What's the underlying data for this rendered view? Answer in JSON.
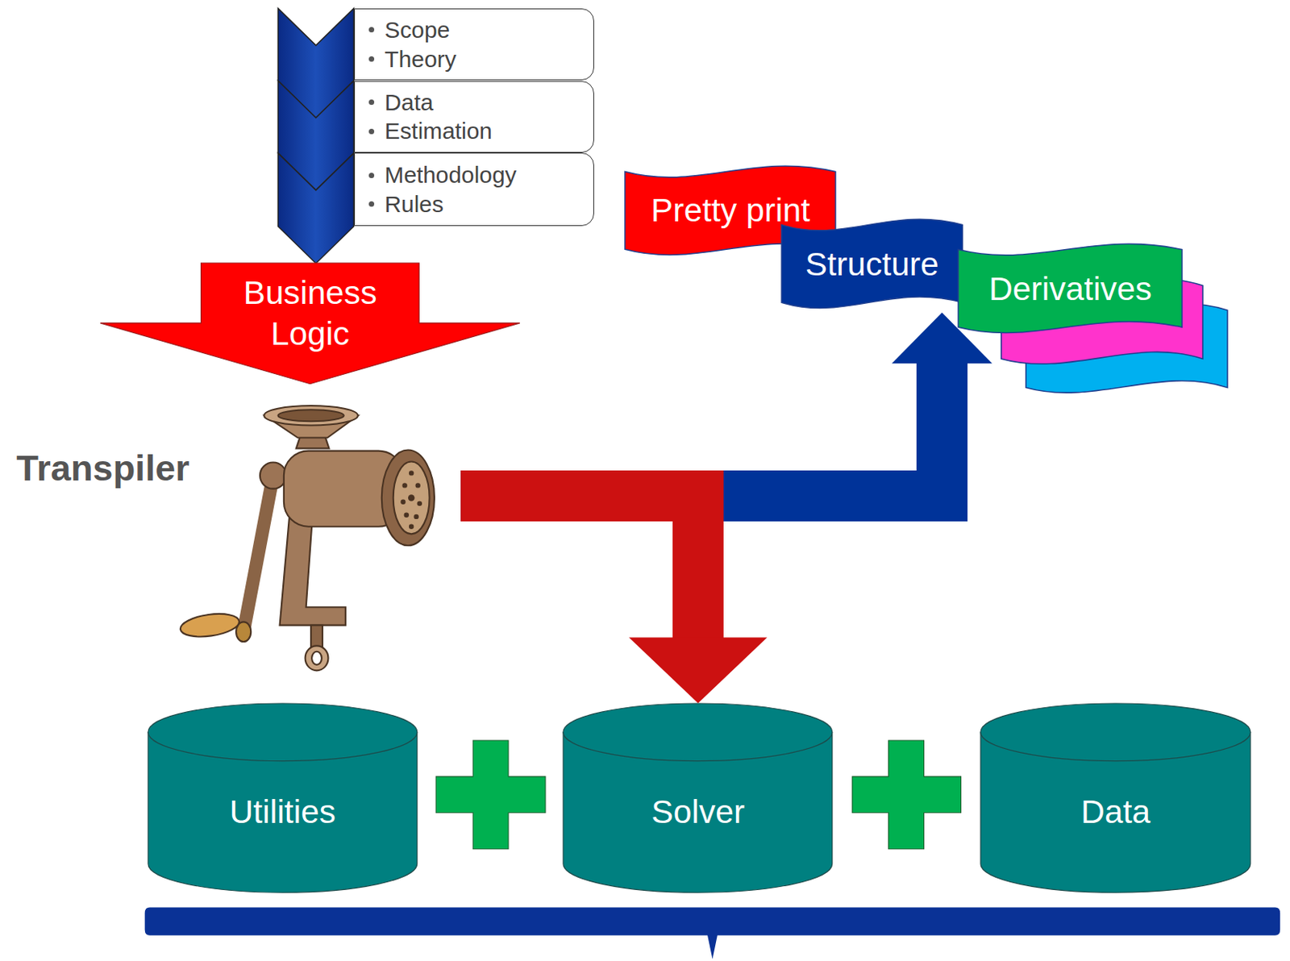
{
  "diagram": {
    "nodes": [
      {
        "text": [
          "Scope",
          "Theory"
        ]
      },
      {
        "text": [
          "Data",
          "Estimation"
        ]
      },
      {
        "text": [
          "Methodology",
          "Rules"
        ]
      },
      {
        "text": [
          "Business Logic"
        ]
      },
      {
        "text": [
          "Transpiler"
        ]
      },
      {
        "text": [
          "Pretty print"
        ]
      },
      {
        "text": [
          "Structure"
        ]
      },
      {
        "text": [
          "Derivatives"
        ]
      },
      {
        "text": [
          "Utilities"
        ]
      },
      {
        "text": [
          "Solver"
        ]
      },
      {
        "text": [
          "Data"
        ]
      }
    ],
    "edges": [
      {
        "from": 4,
        "to": 9,
        "arrow": "to"
      },
      {
        "from": 4,
        "to": 6,
        "arrow": "to"
      }
    ]
  }
}
